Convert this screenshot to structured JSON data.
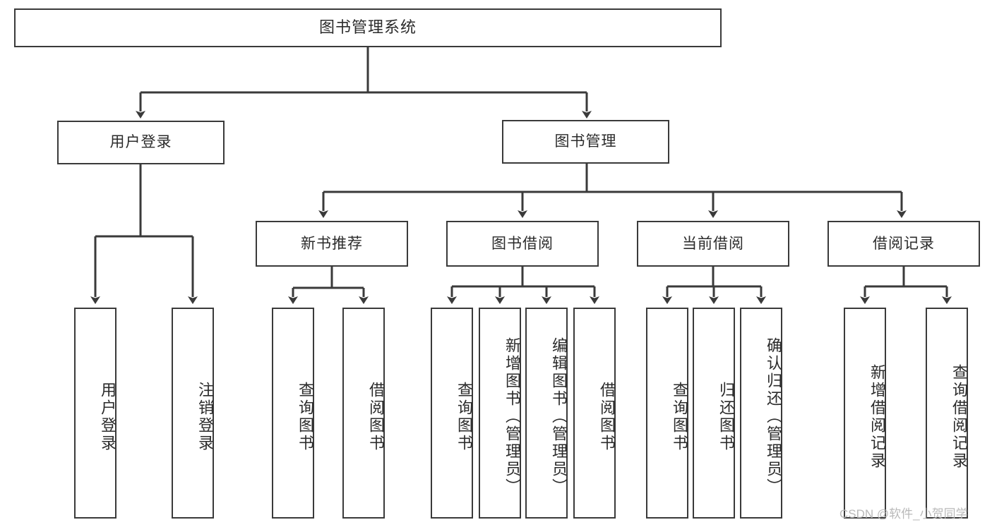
{
  "diagram": {
    "title": "图书管理系统",
    "root": {
      "label": "图书管理系统"
    },
    "level1": [
      {
        "label": "用户登录"
      },
      {
        "label": "图书管理"
      }
    ],
    "level2": [
      {
        "label": "新书推荐"
      },
      {
        "label": "图书借阅"
      },
      {
        "label": "当前借阅"
      },
      {
        "label": "借阅记录"
      }
    ],
    "leaves": {
      "user_login": [
        {
          "label": "用户登录"
        },
        {
          "label": "注销登录"
        }
      ],
      "new_book_recommend": [
        {
          "label": "查询图书"
        },
        {
          "label": "借阅图书"
        }
      ],
      "book_borrow": [
        {
          "label": "查询图书"
        },
        {
          "label": "新增图书（管理员）"
        },
        {
          "label": "编辑图书（管理员）"
        },
        {
          "label": "借阅图书"
        }
      ],
      "current_borrow": [
        {
          "label": "查询图书"
        },
        {
          "label": "归还图书"
        },
        {
          "label": "确认归还（管理员）"
        }
      ],
      "borrow_record": [
        {
          "label": "新增借阅记录"
        },
        {
          "label": "查询借阅记录"
        }
      ]
    }
  },
  "watermark": {
    "text": "CSDN @软件_小贺同学"
  },
  "colors": {
    "stroke": "#3a3a3a",
    "background": "#ffffff",
    "text": "#2b2b2b",
    "watermark": "#b9b9b9"
  }
}
